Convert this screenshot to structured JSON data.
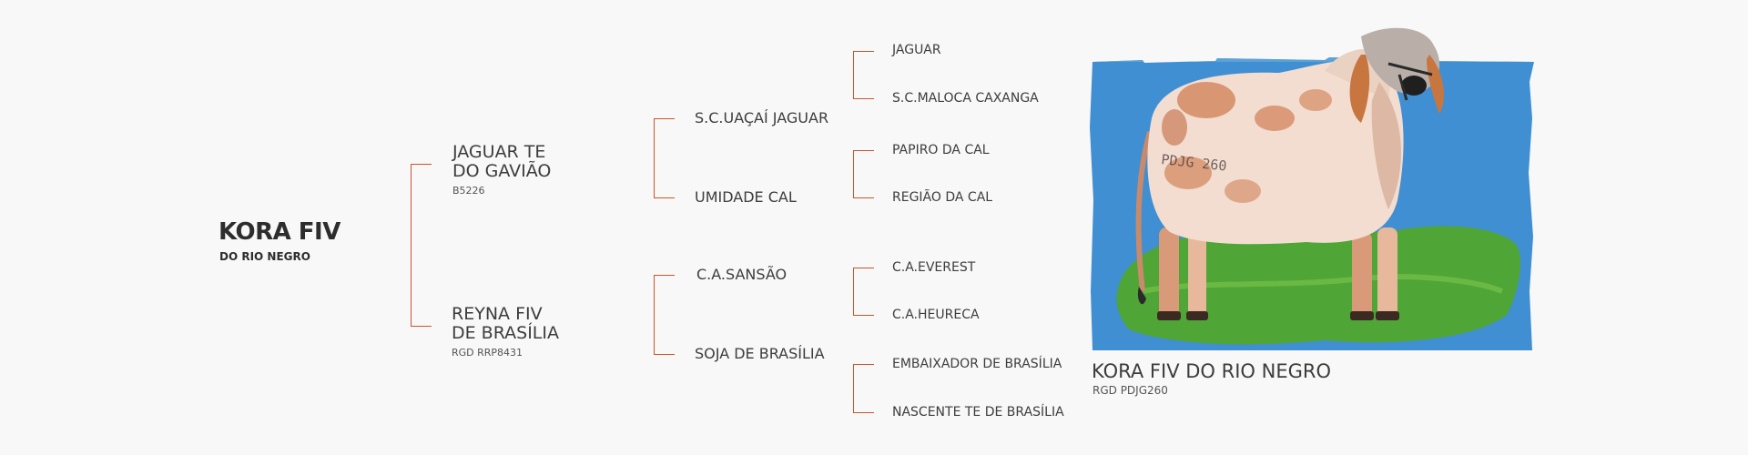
{
  "animal": {
    "name": "KORA FIV",
    "subtitle": "DO RIO NEGRO"
  },
  "parents": {
    "sire": {
      "line1": "JAGUAR TE",
      "line2": "DO GAVIÃO",
      "reg": "B5226"
    },
    "dam": {
      "line1": "REYNA FIV",
      "line2": "DE BRASÍLIA",
      "reg": "RGD RRP8431"
    }
  },
  "grandparents": {
    "sire_sire": "S.C.UAÇAÍ JAGUAR",
    "sire_dam": "UMIDADE CAL",
    "dam_sire": "C.A.SANSÃO",
    "dam_dam": "SOJA DE BRASÍLIA"
  },
  "great_grandparents": [
    "JAGUAR",
    "S.C.MALOCA CAXANGA",
    "PAPIRO DA CAL",
    "REGIÃO DA CAL",
    "C.A.EVEREST",
    "C.A.HEURECA",
    "EMBAIXADOR DE BRASÍLIA",
    "NASCENTE TE DE BRASÍLIA"
  ],
  "photo": {
    "caption_name": "KORA FIV DO RIO NEGRO",
    "caption_reg": "RGD PDJG260",
    "brand_mark": "PDJG 260"
  },
  "colors": {
    "bracket": "#c8552a",
    "background": "#f8f8f8",
    "photo_sky": "#3f8fd2",
    "photo_grass": "#4fa535"
  }
}
